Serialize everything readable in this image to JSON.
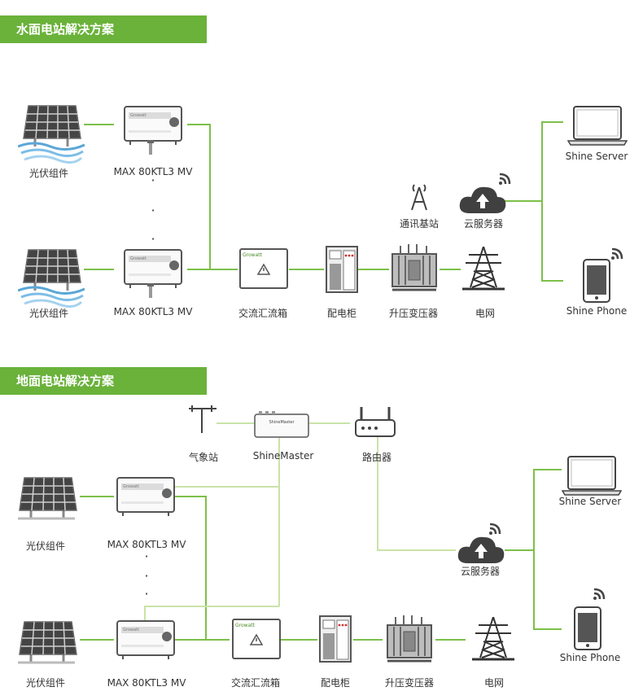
{
  "sections": {
    "water": {
      "title": "水面电站解决方案"
    },
    "ground": {
      "title": "地面电站解决方案"
    }
  },
  "labels": {
    "pv": "光伏组件",
    "inverter": "MAX 80KTL3 MV",
    "combiner": "交流汇流箱",
    "cabinet": "配电柜",
    "transformer": "升压变压器",
    "grid": "电网",
    "basestation": "通讯基站",
    "cloud": "云服务器",
    "server": "Shine Server",
    "phone": "Shine Phone",
    "weather": "气象站",
    "shinemaster": "ShineMaster",
    "router": "路由器",
    "brand": "Growatt",
    "shinemaster_plate": "ShineMaster"
  },
  "colors": {
    "accent": "#6ab23a",
    "link_light": "#c9e3a8"
  },
  "icons": [
    "solar-panel-icon",
    "inverter-icon",
    "combiner-box-icon",
    "cabinet-icon",
    "transformer-icon",
    "power-tower-icon",
    "antenna-icon",
    "cloud-upload-icon",
    "laptop-icon",
    "smartphone-icon",
    "wifi-icon",
    "weather-station-icon",
    "router-icon"
  ]
}
